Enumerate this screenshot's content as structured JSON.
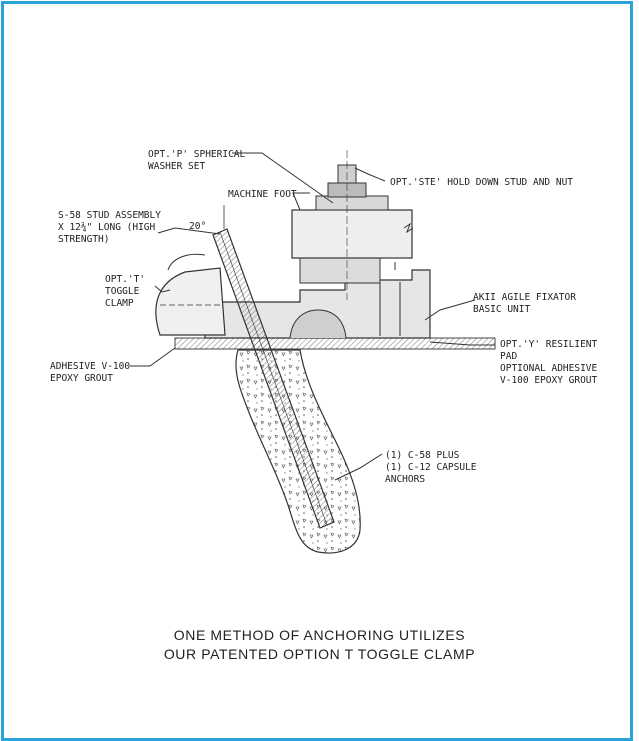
{
  "labels": {
    "washer": [
      "OPT.'P' SPHERICAL",
      "WASHER SET"
    ],
    "holddown": "OPT.'STE' HOLD DOWN STUD AND NUT",
    "foot": "MACHINE FOOT",
    "stud": [
      "S-58 STUD ASSEMBLY",
      "X 12¾\" LONG (HIGH",
      "STRENGTH)"
    ],
    "angle": "20°",
    "toggle": [
      "OPT.'T'",
      "TOGGLE",
      "CLAMP"
    ],
    "fixator": [
      "AKII AGILE FIXATOR",
      "BASIC UNIT"
    ],
    "pad": [
      "OPT.'Y' RESILIENT",
      "PAD",
      "OPTIONAL ADHESIVE",
      "V-100 EPOXY GROUT"
    ],
    "adhesive": [
      "ADHESIVE V-100",
      "EPOXY GROUT"
    ],
    "anchors": [
      "(1) C-58 PLUS",
      "(1) C-12 CAPSULE",
      "ANCHORS"
    ]
  },
  "caption": {
    "line1": "ONE METHOD OF ANCHORING UTILIZES",
    "line2": "OUR PATENTED OPTION T TOGGLE CLAMP"
  }
}
